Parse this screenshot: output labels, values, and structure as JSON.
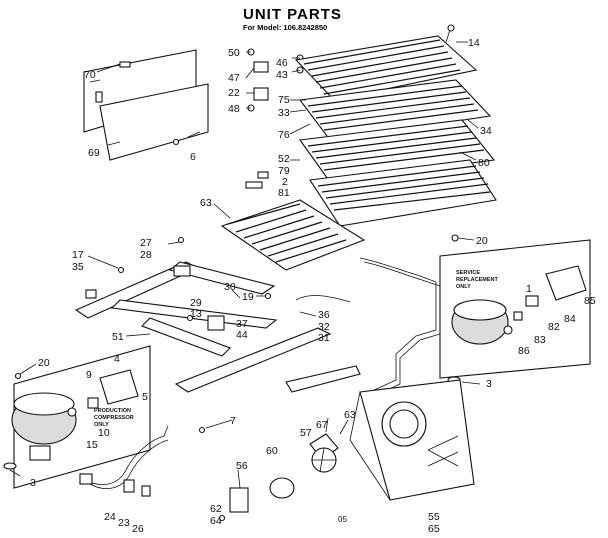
{
  "title": "UNIT PARTS",
  "subtitle": "For Model: 106.8242850",
  "notes": {
    "service_replacement": [
      "SERVICE",
      "REPLACEMENT",
      "ONLY"
    ],
    "production_compressor": [
      "PRODUCTION",
      "COMPRESSOR",
      "ONLY"
    ]
  },
  "footer_mark": "05",
  "callouts": [
    "70",
    "50",
    "46",
    "43",
    "47",
    "22",
    "48",
    "69",
    "6",
    "75",
    "33",
    "76",
    "14",
    "34",
    "80",
    "52",
    "79",
    "2",
    "81",
    "63",
    "17",
    "35",
    "27",
    "28",
    "30",
    "29",
    "13",
    "19",
    "37",
    "44",
    "51",
    "36",
    "32",
    "31",
    "20",
    "1",
    "85",
    "84",
    "83",
    "82",
    "86",
    "3",
    "20b",
    "9",
    "4",
    "5",
    "10",
    "15",
    "7",
    "3b",
    "67",
    "63b",
    "57",
    "60",
    "56",
    "62",
    "64",
    "24",
    "23",
    "26",
    "55",
    "65"
  ],
  "callout_labels": {
    "70": "70",
    "50": "50",
    "46": "46",
    "43": "43",
    "47": "47",
    "22": "22",
    "48": "48",
    "69": "69",
    "6": "6",
    "75": "75",
    "33": "33",
    "76": "76",
    "14": "14",
    "34": "34",
    "80": "80",
    "52": "52",
    "79": "79",
    "2": "2",
    "81": "81",
    "63": "63",
    "17": "17",
    "35": "35",
    "27": "27",
    "28": "28",
    "30": "30",
    "29": "29",
    "13": "13",
    "19": "19",
    "37": "37",
    "44": "44",
    "51": "51",
    "36": "36",
    "32": "32",
    "31": "31",
    "20": "20",
    "1": "1",
    "85": "85",
    "84": "84",
    "83": "83",
    "82": "82",
    "86": "86",
    "3": "3",
    "20b": "20",
    "9": "9",
    "4": "4",
    "5": "5",
    "10": "10",
    "15": "15",
    "7": "7",
    "3b": "3",
    "67": "67",
    "63b": "63",
    "57": "57",
    "60": "60",
    "56": "56",
    "62": "62",
    "64": "64",
    "24": "24",
    "23": "23",
    "26": "26",
    "55": "55",
    "65": "65"
  }
}
